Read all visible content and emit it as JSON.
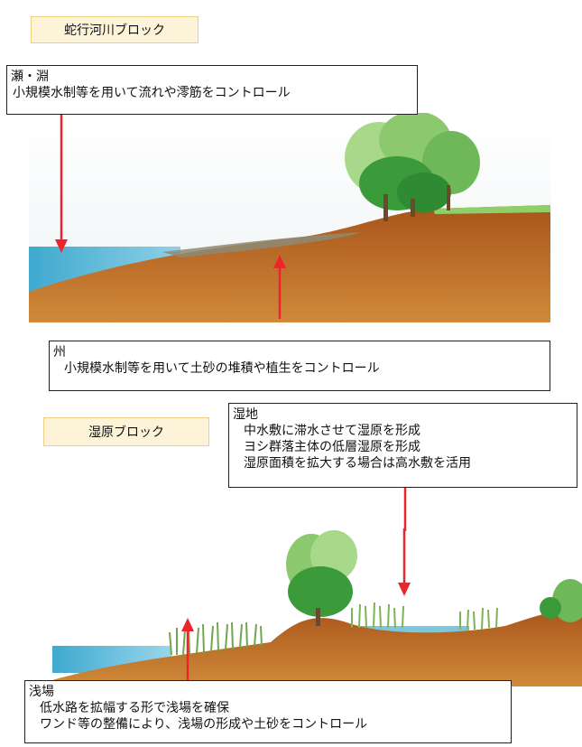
{
  "blocks": {
    "meander": "蛇行河川ブロック",
    "wetland": "湿原ブロック"
  },
  "callouts": {
    "seo_fuchi": {
      "title": "瀬・淵",
      "lines": [
        "小規模水制等を用いて流れや澪筋をコントロール"
      ]
    },
    "su": {
      "title": "州",
      "lines": [
        "小規模水制等を用いて土砂の堆積や植生をコントロール"
      ]
    },
    "shitchi": {
      "title": "湿地",
      "lines": [
        "中水敷に滞水させて湿原を形成",
        "ヨシ群落主体の低層湿原を形成",
        "湿原面積を拡大する場合は高水敷を活用"
      ]
    },
    "asaba": {
      "title": "浅場",
      "lines": [
        "低水路を拡幅する形で浅場を確保",
        "ワンド等の整備により、浅場の形成や土砂をコントロール"
      ]
    }
  },
  "colors": {
    "tag_fill": "#fdf3d8",
    "tag_border": "#f0cf84",
    "arrow": "#e8262b",
    "soil": "#b05d1c",
    "water": "#4fb4d4",
    "tree": "#3b9a3a",
    "reed": "#6fa84a"
  }
}
